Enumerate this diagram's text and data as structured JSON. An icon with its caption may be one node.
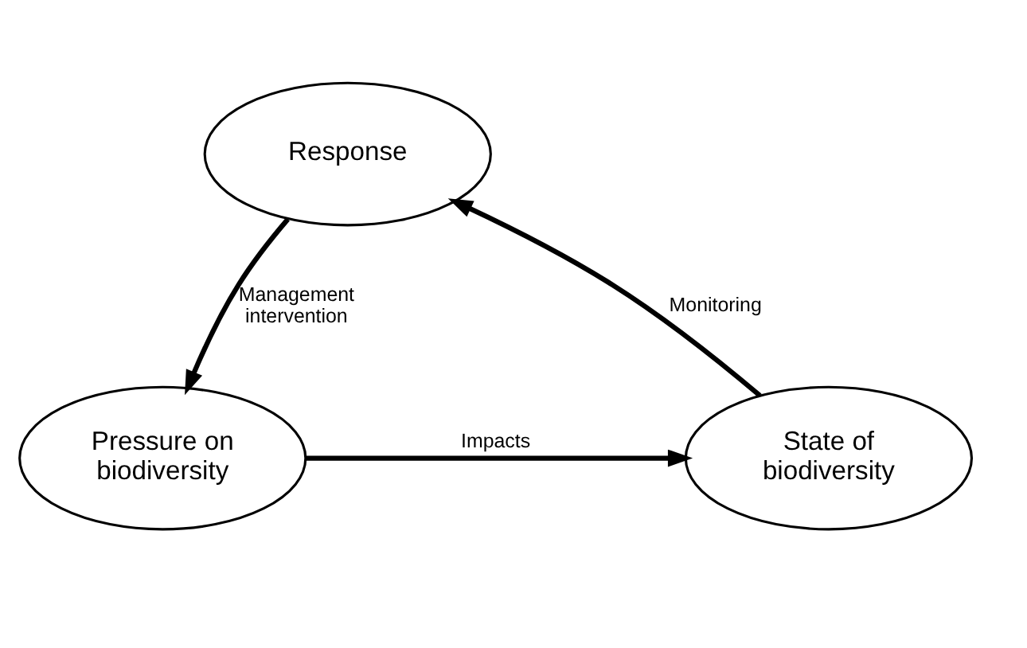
{
  "diagram": {
    "nodes": [
      {
        "text": [
          "Response"
        ]
      },
      {
        "text": [
          "Pressure on biodiversity"
        ]
      },
      {
        "text": [
          "State of biodiversity"
        ]
      }
    ],
    "edges": [
      {
        "from": 0,
        "to": 1,
        "arrow": "to",
        "label": "Management intervention"
      },
      {
        "from": 1,
        "to": 2,
        "arrow": "to",
        "label": "Impacts"
      },
      {
        "from": 2,
        "to": 0,
        "arrow": "to",
        "label": "Monitoring"
      }
    ]
  }
}
